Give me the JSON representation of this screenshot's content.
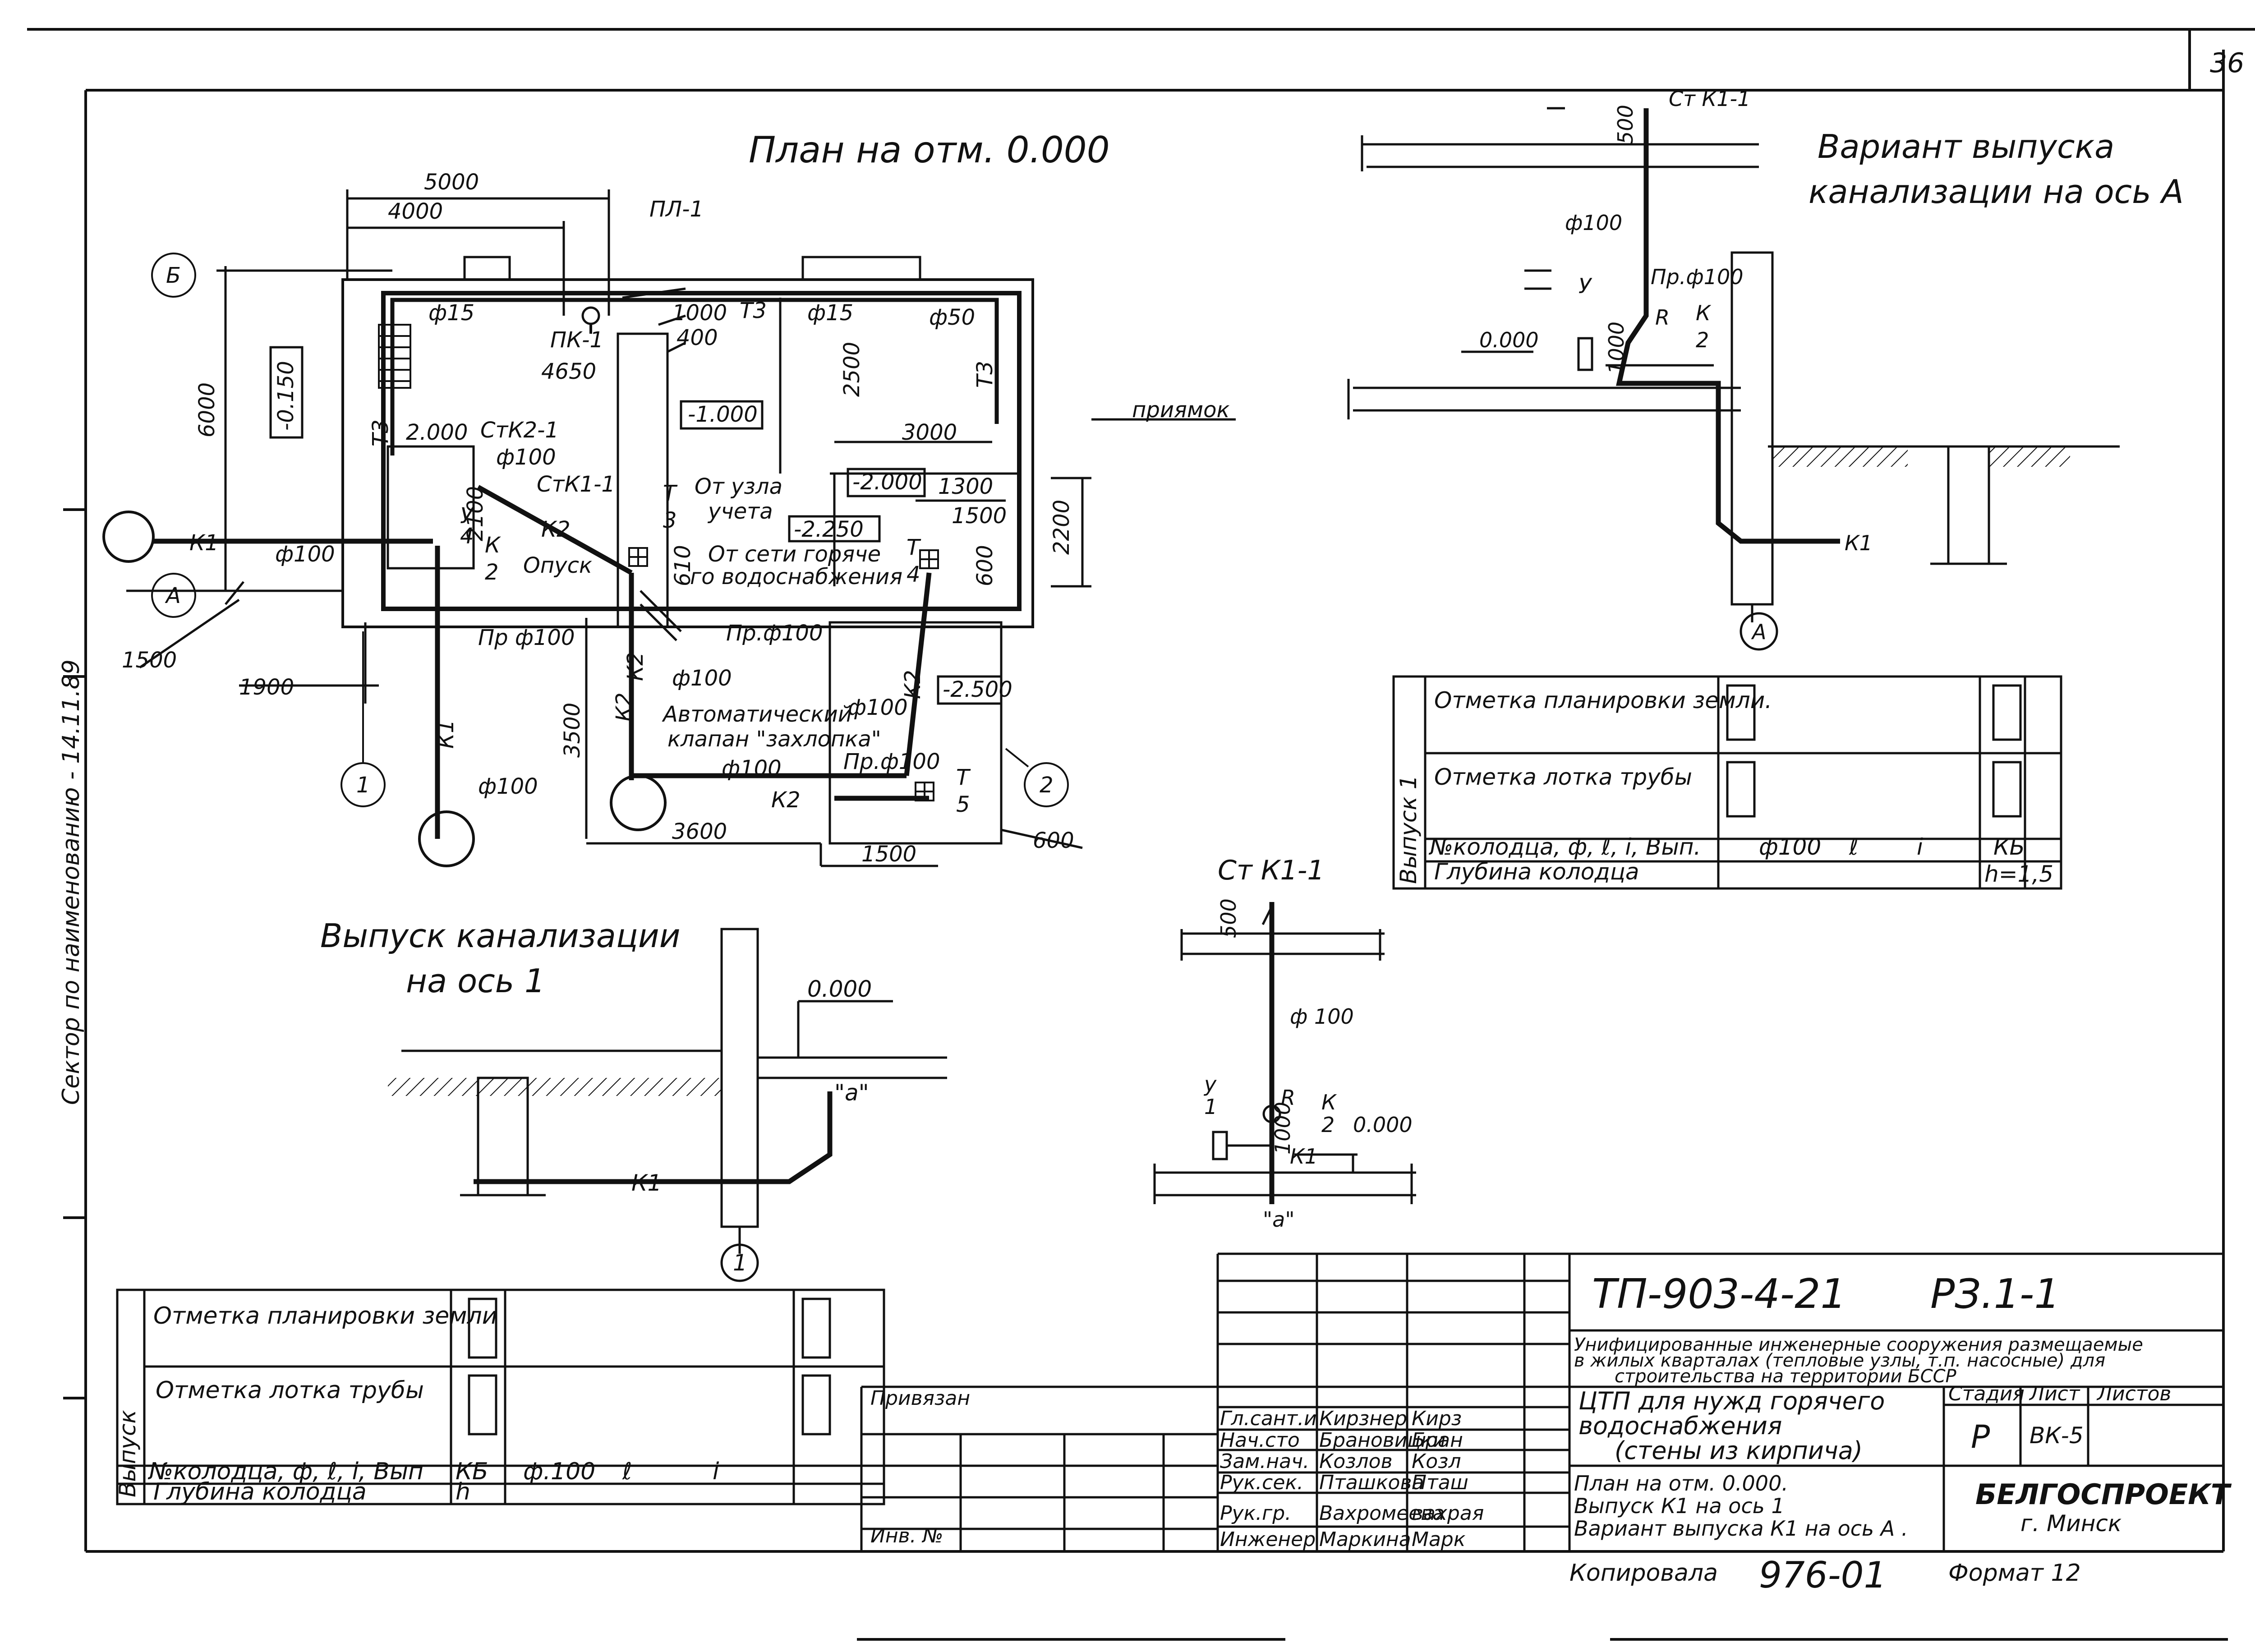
{
  "sheet_number": "36",
  "side_stamp": "Сектор по наименованию - 14.11.89",
  "plan": {
    "title": "План на отм. 0.000",
    "dims": {
      "d5000": "5000",
      "d4000": "4000",
      "d6000": "6000",
      "d4650": "4650",
      "d1000": "1000",
      "d400": "400",
      "d2500": "2500",
      "d3000": "3000",
      "d1300": "1300",
      "d1500a": "1500",
      "d2200": "2200",
      "d600a": "600",
      "d610": "610",
      "d3500": "3500",
      "d3600": "3600",
      "d1500b": "1500",
      "d600b": "600",
      "d1500c": "1500",
      "d1900": "1900",
      "d2000": "2.000",
      "d2100": "2100"
    },
    "labels": {
      "pl1": "ПЛ-1",
      "pk1": "ПК-1",
      "t3a": "Т3",
      "t3b": "Т3",
      "t3c": "Т3",
      "d15a": "ф15",
      "d15b": "ф15",
      "d50": "ф50",
      "lvl_m0150": "-0.150",
      "lvl_m1000": "-1.000",
      "lvl_m2000": "-2.000",
      "lvl_m2250": "-2.250",
      "lvl_m2500": "-2.500",
      "stk21": "СтК2-1",
      "stk11": "СтК1-1",
      "d100a": "ф100",
      "d100b": "ф100",
      "d100c": "ф100",
      "d100d": "ф100",
      "d100e": "ф100",
      "d100f": "ф100",
      "k1a": "К1",
      "k1b": "К1",
      "k2a": "К2",
      "k2b": "К2",
      "k2c": "К2",
      "k2d": "К2",
      "k2e": "К2",
      "opusk": "Опуск",
      "pr100a": "Пр.ф100",
      "pr100b": "Пр.ф100",
      "pr100c": "Пр ф100",
      "uzel1": "От узла",
      "uzel2": "учета",
      "gvs1": "От сети горяче",
      "gvs2": "го водоснабжения",
      "t_num": "Т",
      "t3": "3",
      "t4": "4",
      "t5": "5",
      "k_num": "К",
      "k2n": "2",
      "u_num": "У",
      "u4": "4",
      "klapan1": "Автоматический",
      "klapan2": "клапан \"захлопка\"",
      "priyamok": "приямок",
      "axisB": "Б",
      "axisA": "А",
      "axis1": "1",
      "axis2": "2"
    }
  },
  "variant_a": {
    "title1": "Вариант выпуска",
    "title2": "канализации на ось А",
    "stk": "Ст К1-1",
    "d500": "500",
    "d100": "ф100",
    "pr100": "Пр.ф100",
    "u": "У",
    "k": "К",
    "k2": "2",
    "r": "R",
    "d1000": "1000",
    "lvl": "0.000",
    "k1": "К1",
    "axis": "А"
  },
  "table_right": {
    "vertical": "Выпуск 1",
    "rows": [
      {
        "label": "Отметка планировки земли."
      },
      {
        "label": "Отметка лотка трубы"
      },
      {
        "label": "№колодца, ф, ℓ, i, Вып.",
        "values": [
          "ф100",
          "ℓ",
          "i",
          "КБ"
        ]
      },
      {
        "label": "Глубина колодца",
        "values": [
          "h=1,5"
        ]
      }
    ]
  },
  "riser": {
    "title": "Ст К1-1",
    "d500": "500",
    "d100": "ф 100",
    "u": "у",
    "u1": "1",
    "r": "R",
    "k": "К",
    "k2": "2",
    "d1000": "1000",
    "lvl": "0.000",
    "k1": "К1",
    "a": "\"а\""
  },
  "outlet1": {
    "title1": "Выпуск канализации",
    "title2": "на ось 1",
    "lvl": "0.000",
    "a": "\"а\"",
    "k1": "К1",
    "axis": "1"
  },
  "table_left": {
    "vertical": "Выпуск",
    "rows": [
      {
        "label": "Отметка планировки земли"
      },
      {
        "label": "Отметка лотка трубы"
      },
      {
        "label": "№колодца, ф, ℓ, i, Вып",
        "values": [
          "КБ",
          "ф.100",
          "ℓ",
          "i"
        ]
      },
      {
        "label": "Глубина колодца",
        "values": [
          "h"
        ]
      }
    ]
  },
  "stamp": {
    "privyazan": "Привязан",
    "inv": "Инв. №",
    "roles": [
      "Гл.сант.и",
      "Нач.сто",
      "Зам.нач.",
      "Рук.сек.",
      "Рук.гр.",
      "Инженер"
    ],
    "names": [
      "Кирзнер",
      "Брановицки",
      "Козлов",
      "Пташкова",
      "Вахромеева",
      "Маркина"
    ],
    "signs": [
      "Кирз",
      "Бран",
      "Козл",
      "Пташ",
      "вахрая",
      "Марк"
    ],
    "code": "ТП-903-4-21",
    "part": "РЗ.1-1",
    "desc1": "Унифицированные инженерные сооружения размещаемые",
    "desc2": "в жилых кварталах (тепловые узлы, т.п. насосные) для",
    "desc3": "строительства на территории БССР",
    "obj1": "ЦТП для нужд горячего",
    "obj2": "водоснабжения",
    "obj3": "(стены из кирпича)",
    "h_stage": "Стадия",
    "h_sheet": "Лист",
    "h_sheets": "Листов",
    "stage": "Р",
    "sheet": "ВК-5",
    "cont1": "План на отм. 0.000.",
    "cont2": "Выпуск К1 на ось 1",
    "cont3": "Вариант выпуска К1 на ось А .",
    "org": "БЕЛГОСПРОЕКТ",
    "city": "г. Минск",
    "copied_label": "Копировала",
    "copied_num": "976-01",
    "format": "Формат 12"
  }
}
